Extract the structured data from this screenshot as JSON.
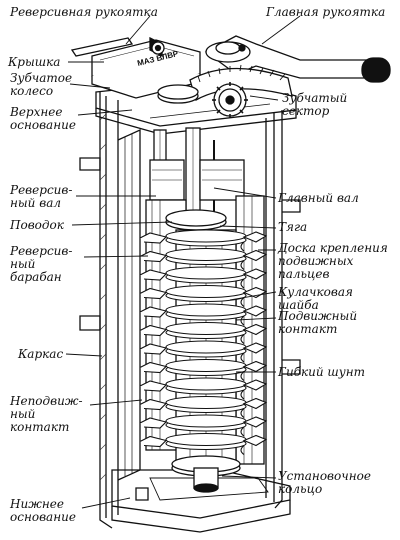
{
  "title": "",
  "labels": {
    "reversing_handle": "Реверсивная рукоятка",
    "main_handle": "Главная рукоятка",
    "cover": "Крышка",
    "gear_wheel": "Зубчатое колесо",
    "upper_base": "Верхнее основание",
    "toothed_sector": "Зубчатый сектор",
    "reversing_shaft": "Реверсив- ный вал",
    "main_shaft": "Главный вал",
    "driver": "Поводок",
    "rod": "Тяга",
    "reversing_drum": "Реверсив- ный барабан",
    "movable_fingers_board": "Доска крепления подвижных пальцев",
    "cam_washer": "Кулачковая шайба",
    "movable_contact": "Подвижный контакт",
    "frame": "Каркас",
    "flexible_shunt": "Гибкий шунт",
    "fixed_contact": "Неподвиж- ный контакт",
    "adjusting_ring": "Установочное кольцо",
    "lower_base": "Нижнее основание"
  },
  "cover_engraving": "МАЗ ВЛВР",
  "colors": {
    "ink": "#111111",
    "paper": "#ffffff",
    "hatch": "#333333"
  }
}
